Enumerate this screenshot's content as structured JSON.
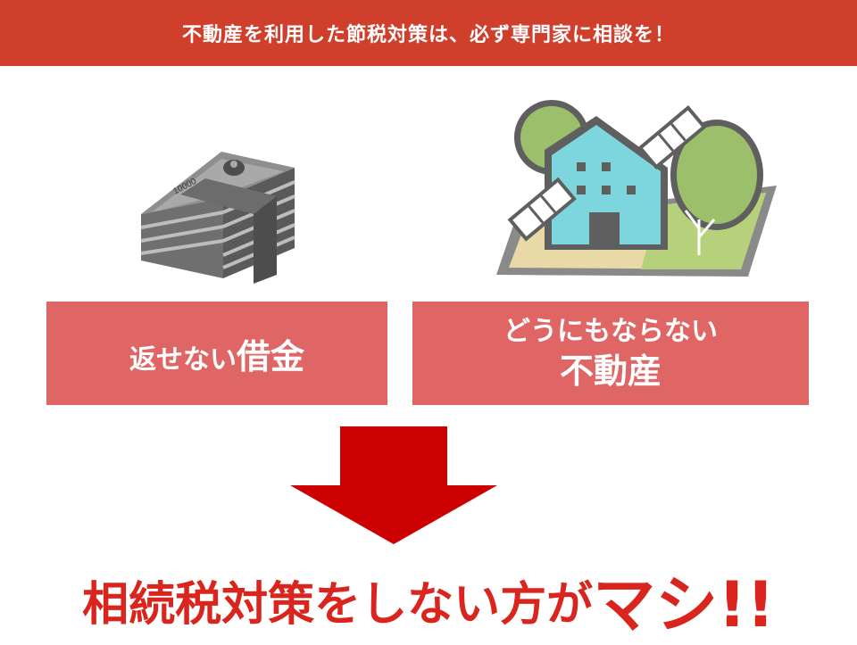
{
  "banner": {
    "text": "不動産を利用した節税対策は、必ず専門家に相談を！"
  },
  "money_icon": {
    "label": "10000"
  },
  "left_box": {
    "prefix": "返せない",
    "main": "借金"
  },
  "right_box": {
    "line1": "どうにもならない",
    "line2": "不動産"
  },
  "conclusion": {
    "prefix": "相続税対策をしない方が",
    "main": "マシ!!"
  },
  "colors": {
    "banner": "#cf3f2c",
    "box": "#e06666",
    "arrow": "#cc0000",
    "conclusion": "#d9251d",
    "building": "#7dd5dd",
    "tree": "#9bbf6a"
  }
}
